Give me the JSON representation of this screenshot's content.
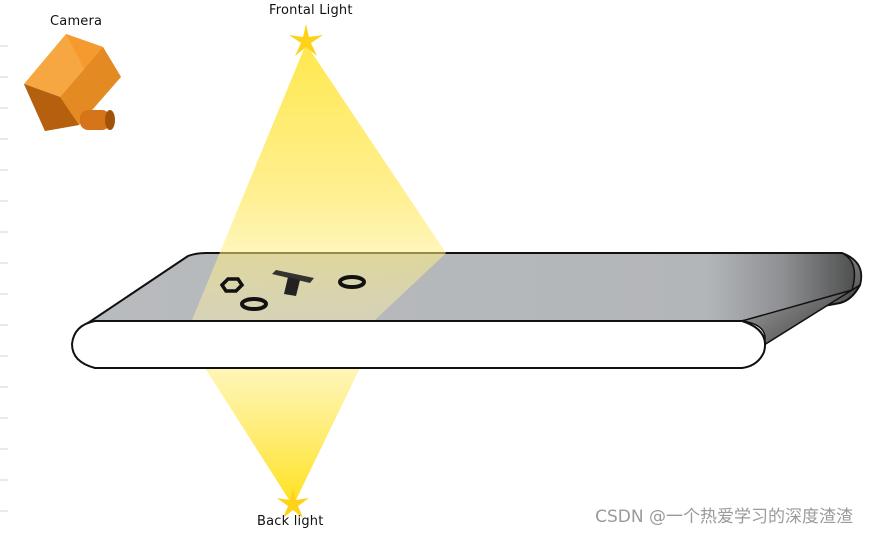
{
  "labels": {
    "camera": "Camera",
    "frontal_light": "Frontal Light",
    "back_light": "Back light"
  },
  "watermark": "CSDN @一个热爱学习的深度渣渣",
  "colors": {
    "camera_light": "#f5a640",
    "camera_mid": "#e2841e",
    "camera_dark": "#a85a10",
    "light_yellow": "#ffe11a",
    "belt_gray": "#b4b7ba",
    "belt_dark": "#555555",
    "ink": "#111111"
  },
  "icons": [
    "camera-icon",
    "star-light-icon",
    "washer-icon",
    "nut-icon",
    "bolt-icon"
  ]
}
